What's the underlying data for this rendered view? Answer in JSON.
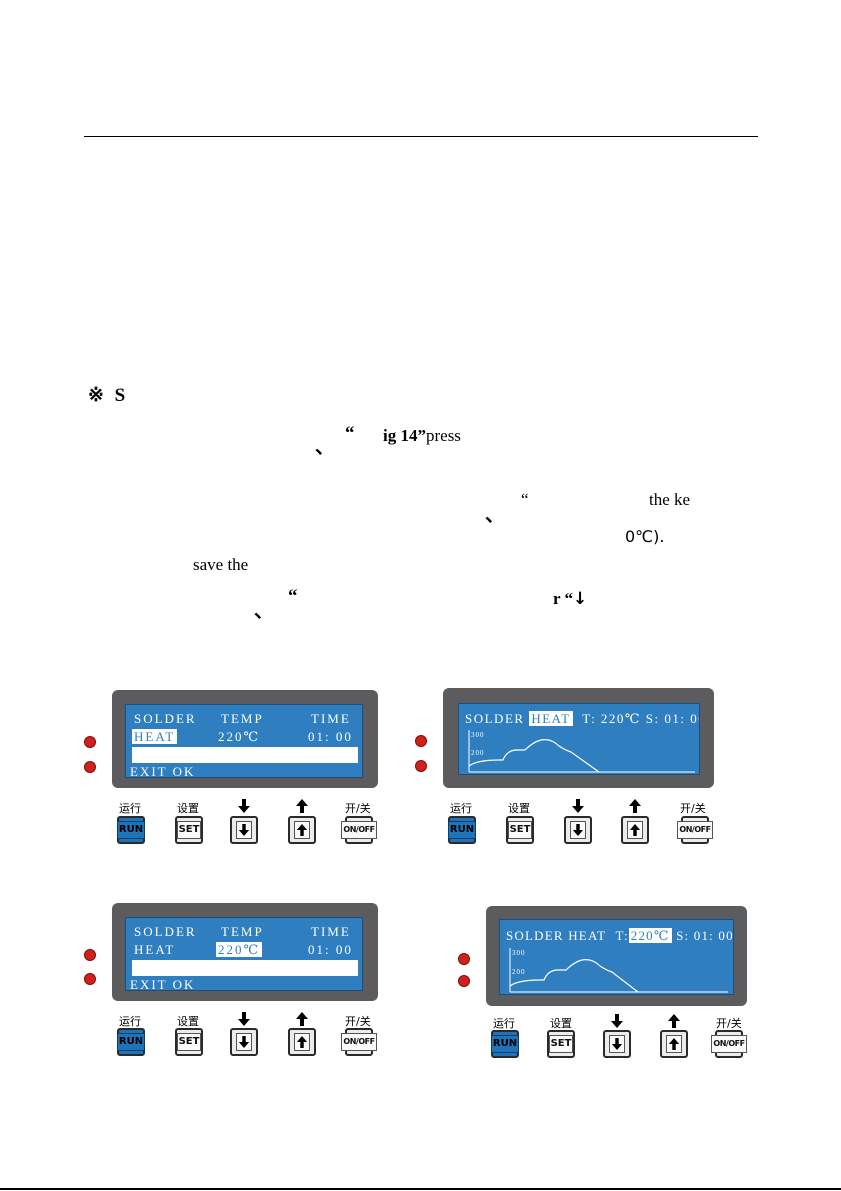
{
  "text": {
    "line1_mark": "※",
    "line1_bold": "S",
    "line2_mark": "、",
    "line2_quote": "“",
    "line2_bold": "ig 14”",
    "line2_rest": "press",
    "line3_mark": "、",
    "line3_quote": "“",
    "line3_rest": "the ke",
    "line4_rest": "0℃).",
    "line5_rest": "save  the",
    "line6_mark": "、",
    "line6_quote": "“",
    "line6_bold": "r “",
    "line6_arrow": "↓"
  },
  "lcd_list": {
    "header_solder": "SOLDER",
    "header_temp": "TEMP",
    "header_time": "TIME",
    "row_name": "HEAT",
    "row_temp": "220℃",
    "row_time": "01: 00",
    "footer": "EXIT  OK"
  },
  "lcd_graph": {
    "title_solder": "SOLDER",
    "title_heat": "HEAT",
    "title_t": "T: 220℃",
    "title_t_label": "T:",
    "title_t_value": "220℃",
    "title_s": "S: 01: 00",
    "tick_300": "300",
    "tick_200": "200"
  },
  "keys": {
    "run_label_cn": "运行",
    "set_label_cn": "设置",
    "onoff_label_cn": "开/关",
    "run": "RUN",
    "set": "SET",
    "onoff": "ON/OFF",
    "down_icon": "arrow-down-icon",
    "up_icon": "arrow-up-icon"
  },
  "colors": {
    "lcd_blue": "#2f7fc0",
    "panel_gray": "#5c5c5e",
    "led_red": "#d0211c",
    "run_key_blue": "#1f73b8"
  }
}
